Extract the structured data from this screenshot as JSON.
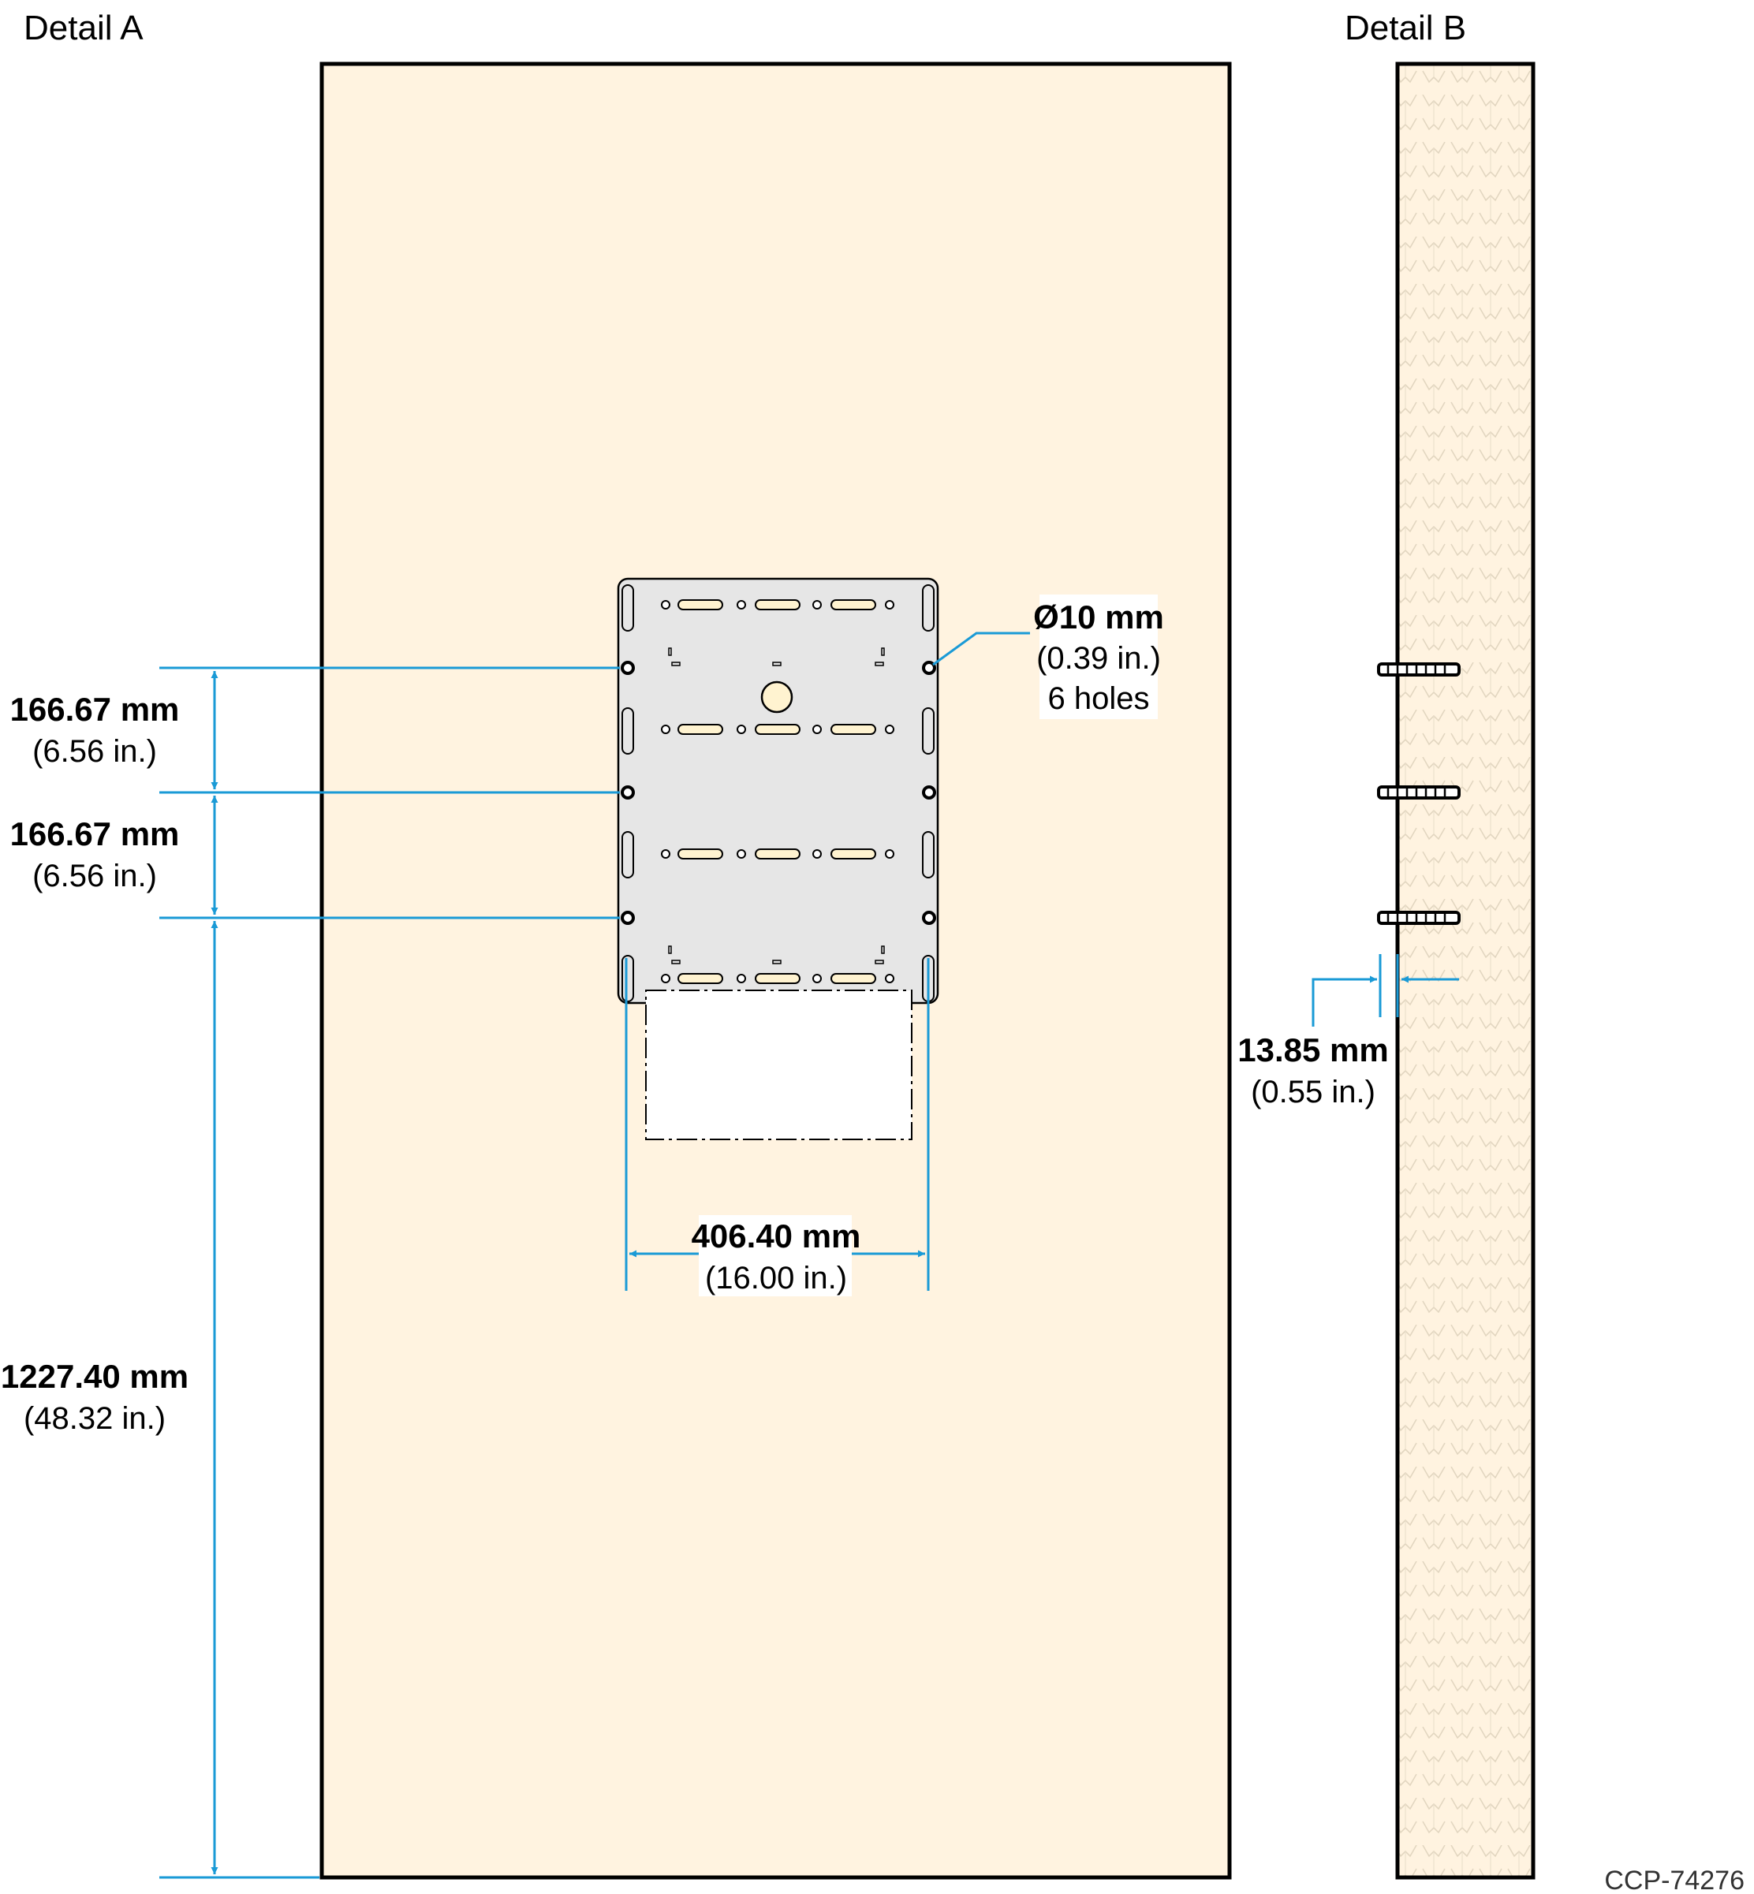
{
  "detail_a": {
    "title": "Detail A"
  },
  "detail_b": {
    "title": "Detail B"
  },
  "dimensions": {
    "hole_diameter": {
      "metric": "Ø10 mm",
      "imperial": "(0.39 in.)",
      "note": "6 holes"
    },
    "vertical_spacing_upper": {
      "metric": "166.67 mm",
      "imperial": "(6.56 in.)"
    },
    "vertical_spacing_lower": {
      "metric": "166.67 mm",
      "imperial": "(6.56 in.)"
    },
    "floor_height": {
      "metric": "1227.40 mm",
      "imperial": "(48.32 in.)"
    },
    "horizontal_spacing": {
      "metric": "406.40 mm",
      "imperial": "(16.00 in.)"
    },
    "anchor_depth": {
      "metric": "13.85 mm",
      "imperial": "(0.55 in.)"
    }
  },
  "reference_code": "CCP-74276",
  "colors": {
    "wall": "#fff3e0",
    "plate": "#e6e6e6",
    "dimension_line": "#1a9ad6",
    "outline": "#000000"
  }
}
